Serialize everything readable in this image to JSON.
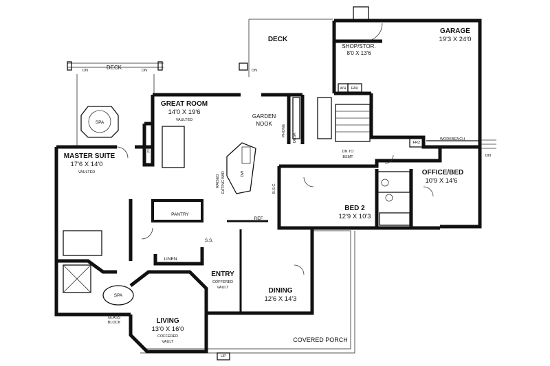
{
  "rooms": {
    "garage": {
      "name": "GARAGE",
      "dims": "19'3 X 24'0"
    },
    "shop": {
      "name": "SHOP/STOR.",
      "dims": "8'0 X 13'6"
    },
    "great_room": {
      "name": "GREAT ROOM",
      "dims": "14'0 X 19'6",
      "note": "VAULTED"
    },
    "master": {
      "name": "MASTER SUITE",
      "dims": "17'6 X 14'0",
      "note": "VAULTED"
    },
    "office": {
      "name": "OFFICE/BED",
      "dims": "10'9 X 14'6"
    },
    "bed2": {
      "name": "BED 2",
      "dims": "12'9 X 10'3"
    },
    "dining": {
      "name": "DINING",
      "dims": "12'6 X 14'3"
    },
    "living": {
      "name": "LIVING",
      "dims": "13'0 X 16'0",
      "note1": "COFFERED",
      "note2": "VAULT"
    },
    "entry": {
      "name": "ENTRY",
      "note1": "COFFERED",
      "note2": "VAULT"
    }
  },
  "labels": {
    "deck_top": "DECK",
    "deck_left": "DECK",
    "garden": "GARDEN",
    "nook": "NOOK",
    "spa": "SPA",
    "spa2": "SPA",
    "pantry": "PANTRY",
    "linen": "LINEN",
    "ss": "S.S.",
    "ref": "REF",
    "covered_porch": "COVERED PORCH",
    "up": "UP",
    "glass1": "GLASS",
    "glass2": "BLOCK",
    "phone1": "PHONE",
    "phone2": "DESK",
    "raised1": "RAISED",
    "raised2": "EATING BAR",
    "dw": "DW",
    "bsc": "B.S.C.",
    "wh": "WH",
    "fau": "FAU",
    "frz": "FRZ",
    "workbench": "WORKBENCH",
    "dn_to": "DN TO",
    "bsmt": "BSMT",
    "fp": "F/P",
    "dn": "DN"
  }
}
